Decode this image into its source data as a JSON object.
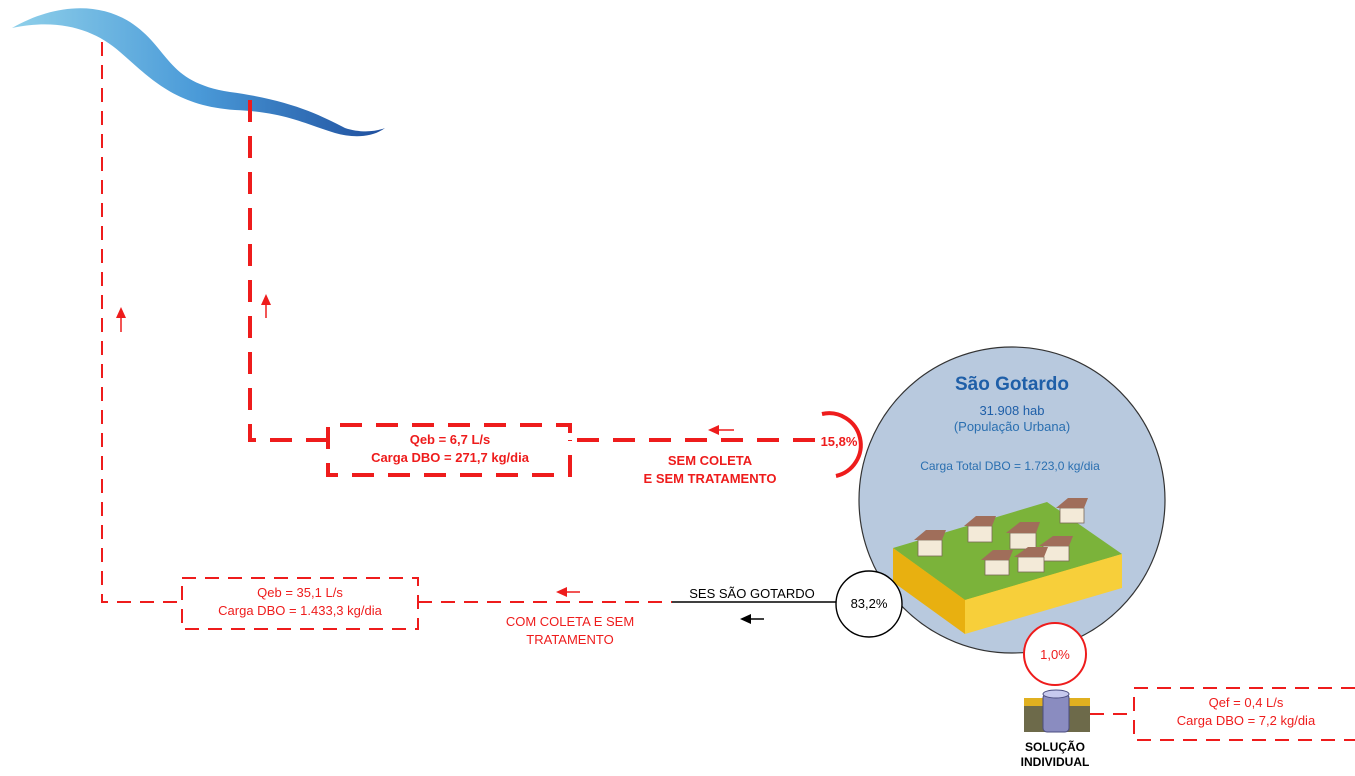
{
  "city": {
    "name": "São Gotardo",
    "population": "31.908 hab",
    "population_note": "(População Urbana)",
    "total_load": "Carga Total DBO = 1.723,0 kg/dia"
  },
  "branches": {
    "no_collection": {
      "percent": "15,8%",
      "flow": "Qeb = 6,7 L/s",
      "load": "Carga DBO = 271,7 kg/dia",
      "label_line1": "SEM COLETA",
      "label_line2": "E SEM TRATAMENTO"
    },
    "collection_no_treatment": {
      "percent": "83,2%",
      "system": "SES SÃO GOTARDO",
      "flow": "Qeb = 35,1 L/s",
      "load": "Carga DBO = 1.433,3 kg/dia",
      "label_line1": "COM COLETA E SEM",
      "label_line2": "TRATAMENTO"
    },
    "individual": {
      "percent": "1,0%",
      "flow": "Qef = 0,4 L/s",
      "load": "Carga DBO = 7,2 kg/dia",
      "label_line1": "SOLUÇÃO",
      "label_line2": "INDIVIDUAL"
    }
  },
  "colors": {
    "red": "#ee1c1c",
    "city_fill": "#b8c9de",
    "river": "#2f6fb8",
    "title_blue": "#1f5fa8"
  },
  "icons": [
    "river-icon",
    "houses-icon",
    "septic-tank-icon",
    "arrow-left-icon",
    "arrow-up-icon"
  ]
}
